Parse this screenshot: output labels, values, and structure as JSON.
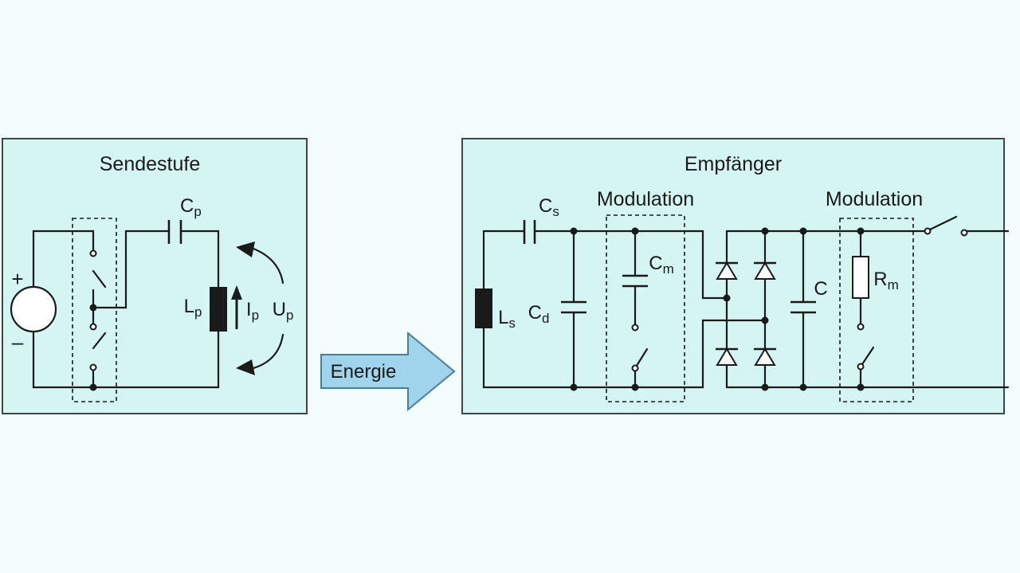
{
  "diagram": {
    "transmitter": {
      "title": "Sendestufe",
      "plus": "+",
      "minus": "–",
      "capacitor": {
        "symbol": "C",
        "sub": "p"
      },
      "inductor": {
        "symbol": "L",
        "sub": "p"
      },
      "current": {
        "symbol": "I",
        "sub": "p"
      },
      "voltage": {
        "symbol": "U",
        "sub": "p"
      }
    },
    "energy_arrow": {
      "label": "Energie"
    },
    "receiver": {
      "title": "Empfänger",
      "modulation_left": "Modulation",
      "modulation_right": "Modulation",
      "series_cap": {
        "symbol": "C",
        "sub": "s"
      },
      "inductor": {
        "symbol": "L",
        "sub": "s"
      },
      "parallel_cap": {
        "symbol": "C",
        "sub": "d"
      },
      "mod_cap": {
        "symbol": "C",
        "sub": "m"
      },
      "smoothing_cap": {
        "symbol": "C"
      },
      "mod_resistor": {
        "symbol": "R",
        "sub": "m"
      }
    },
    "colors": {
      "panel_fill": "#d5f5f2",
      "arrow_fill": "#9fd4ec",
      "background": "#f3fdfd"
    }
  }
}
